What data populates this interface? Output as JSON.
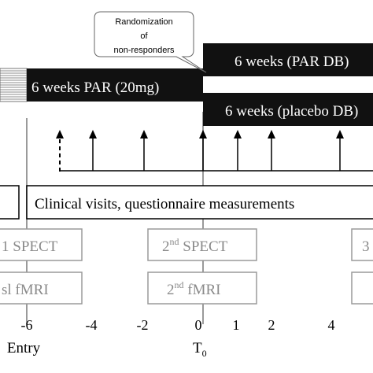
{
  "callout": {
    "line1": "Randomization",
    "line2": "of",
    "line3": "non-responders"
  },
  "phases": {
    "open_label": "6 weeks PAR (20mg)",
    "par_double_blind": "6 weeks (PAR DB)",
    "placebo_double_blind": "6 weeks (placebo DB)"
  },
  "clinical_visits": "Clinical visits, questionnaire measurements",
  "spect": {
    "baseline": "1 SPECT",
    "second_base": "2",
    "second_sup": "nd",
    "second_rest": " SPECT",
    "third": "3"
  },
  "fmri": {
    "baseline": "sl fMRI",
    "second_base": "2",
    "second_sup": "nd",
    "second_rest": " fMRI"
  },
  "timeline": {
    "ticks": [
      "-6",
      "-4",
      "-2",
      "0",
      "1",
      "2",
      "4"
    ],
    "entry_label": "Entry",
    "t0_base": "T",
    "t0_sub": "0"
  },
  "colors": {
    "bar_fill": "#111111",
    "bar_text": "#ffffff",
    "gray_box_text": "#8a8a8a",
    "gray_border": "#9a9a9a",
    "ink": "#000000"
  }
}
